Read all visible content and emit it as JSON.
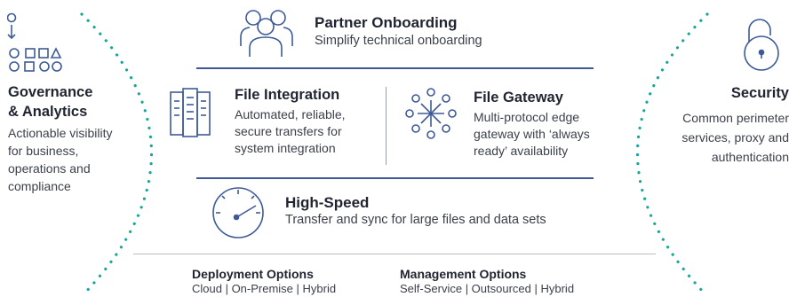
{
  "colors": {
    "accent": "#3d5a98",
    "dots": "#17a69a",
    "text": "#2b2f3a"
  },
  "governance": {
    "title_line1": "Governance",
    "title_line2": "& Analytics",
    "desc_lines": [
      "Actionable visibility",
      "for business,",
      "operations and",
      "compliance"
    ],
    "icon": "flow-shapes-icon"
  },
  "security": {
    "title": "Security",
    "desc_lines": [
      "Common perimeter",
      "services, proxy and",
      "authentication"
    ],
    "icon": "unlocked-padlock-icon"
  },
  "partner": {
    "title": "Partner Onboarding",
    "desc": "Simplify technical onboarding",
    "icon": "people-group-icon"
  },
  "file_integration": {
    "title": "File Integration",
    "desc_lines": [
      "Automated, reliable,",
      "secure transfers for",
      "system integration"
    ],
    "icon": "file-stack-icon"
  },
  "file_gateway": {
    "title": "File Gateway",
    "desc_lines": [
      "Multi-protocol edge",
      "gateway with ‘always",
      "ready’ availability"
    ],
    "icon": "network-hub-icon"
  },
  "high_speed": {
    "title": "High-Speed",
    "desc": "Transfer and sync for large files and data sets",
    "icon": "speedometer-icon"
  },
  "deployment": {
    "title": "Deployment Options",
    "desc": "Cloud | On-Premise | Hybrid"
  },
  "management": {
    "title": "Management Options",
    "desc": "Self-Service | Outsourced | Hybrid"
  }
}
